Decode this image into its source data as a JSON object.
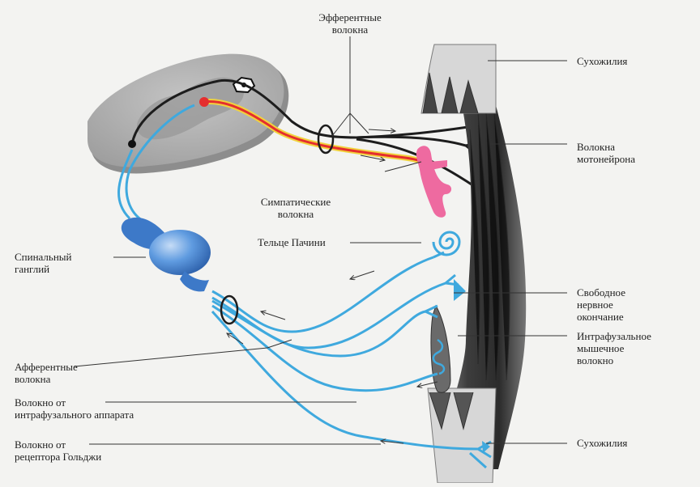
{
  "diagram": {
    "labels": {
      "efferent_fibers": [
        "Эфферентные",
        "волокна"
      ],
      "tendon_top": "Сухожилия",
      "motor_neuron_fibers": [
        "Волокна",
        "мотонейрона"
      ],
      "sympathetic_fibers": [
        "Симпатические",
        "волокна"
      ],
      "pacini_corpuscle": "Тельце Пачини",
      "spinal_ganglion": [
        "Спинальный",
        "ганглий"
      ],
      "free_nerve_ending": [
        "Свободное",
        "нервное",
        "окончание"
      ],
      "intrafusal_fiber": [
        "Интрафузальное",
        "мышечное",
        "волокно"
      ],
      "afferent_fibers": [
        "Афферентные",
        "волокна"
      ],
      "fiber_intrafusal_apparatus": [
        "Волокно от",
        "интрафузального аппарата"
      ],
      "fiber_golgi_receptor": [
        "Волокно от",
        "рецептора Гольджи"
      ],
      "tendon_bottom": "Сухожилия"
    },
    "colors": {
      "afferent": "#3fa9de",
      "efferent": "#1d1d1d",
      "sympathetic_red": "#e52e2e",
      "sympathetic_yellow": "#f2d23c",
      "vessel_pink": "#ee6aa0",
      "spinal_cord_grey": "#b7b7b7",
      "muscle_dark": "#4a4a4a",
      "ganglion_blue": "#4a88d6"
    },
    "icons": [
      "spinal-cord-section",
      "spinal-ganglion",
      "muscle",
      "tendon",
      "blood-vessel",
      "pacinian-corpuscle",
      "muscle-spindle",
      "golgi-receptor"
    ]
  }
}
